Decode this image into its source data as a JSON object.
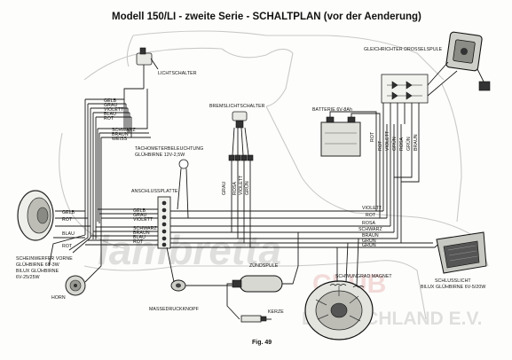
{
  "title": "Modell 150/LI - zweite Serie - SCHALTPLAN (vor der Aenderung)",
  "figure_label": "Fig. 49",
  "components": {
    "lichtschalter": "LICHTSCHALTER",
    "gleichrichter": "GLEICHRICHTER DROSSELSPULE",
    "bremslichtschalter": "BREMSLICHTSCHALTER",
    "batterie": "BATTERIE 6V-8Ah",
    "tacho_1": "TACHOMETERBELEUCHTUNG",
    "tacho_2": "GLÜHBIRNE 12V-2,5W",
    "anschlussplatte": "ANSCHLUSSPLATTE",
    "scheinwerfer_1": "SCHEINWERFER VORNE",
    "scheinwerfer_2": "GLÜHBIRNE 6V-3W",
    "scheinwerfer_3": "BILUX GLÜHBIRNE",
    "scheinwerfer_4": "6V-25/25W",
    "horn": "HORN",
    "massedruckknopf": "MASSEDRUCKKNOPF",
    "zuendspule": "ZÜNDSPULE",
    "kerze": "KERZE",
    "schwungrad": "SCHWUNGRAD MAGNET",
    "schlusslicht_1": "SCHLUSSLICHT",
    "schlusslicht_2": "BILUX GLÜHBIRNE 6V-5/20W"
  },
  "wire_colors": {
    "switch_bundle": [
      "GELB",
      "GRAU",
      "VIOLETT",
      "BLAU",
      "ROT"
    ],
    "switch_lower": [
      "SCHWARZ",
      "BRAUN",
      "WEISS"
    ],
    "brake": [
      "GRAU",
      "ROSA",
      "VIOLETT",
      "GRÜN"
    ],
    "plate_left": [
      "GELB",
      "GRAU",
      "VIOLETT",
      "BLAU",
      "ROT"
    ],
    "plate_right": [
      "GRAU",
      "VIOLETT",
      "ROT",
      "ROSA",
      "SCHWARZ",
      "BRAUN",
      "GRÜN",
      "GRÜN",
      "GRÜN"
    ],
    "main_run": [
      "VIOLETT",
      "ROT",
      "ROSA",
      "SCHWARZ",
      "BRAUN",
      "GRÜN",
      "GRÜN"
    ],
    "rectifier": [
      "ROT",
      "VIOLETT",
      "GRÜN",
      "ROSA",
      "GRÜN",
      "BRAUN"
    ],
    "battery": [
      "ROT",
      "VIOLETT"
    ]
  },
  "watermark": {
    "line1": "lambretta",
    "line2": "CLUB",
    "line3": "DEUTSCHLAND E.V."
  }
}
